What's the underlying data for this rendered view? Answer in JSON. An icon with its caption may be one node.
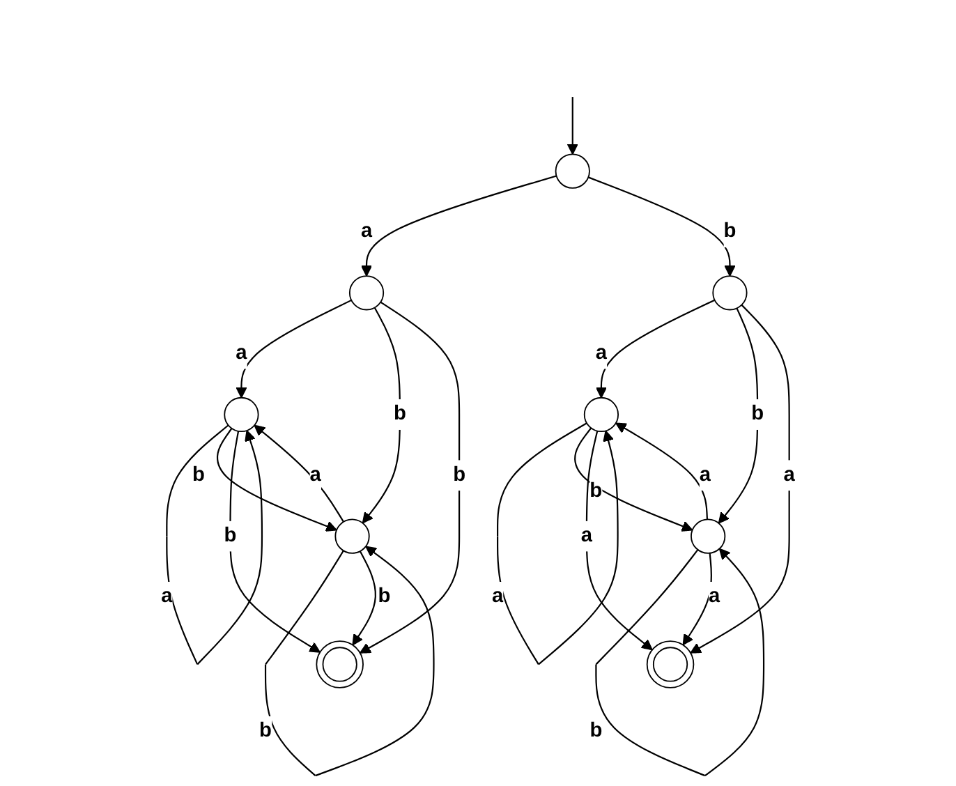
{
  "diagram": {
    "nodes": [
      {
        "text": [],
        "shape": "circle"
      },
      {
        "text": [],
        "shape": "circle"
      },
      {
        "text": [],
        "shape": "circle"
      },
      {
        "text": [],
        "shape": "circle"
      },
      {
        "text": [],
        "shape": "doublecircle"
      },
      {
        "text": [],
        "shape": "circle"
      },
      {
        "text": [],
        "shape": "circle"
      },
      {
        "text": [],
        "shape": "circle"
      },
      {
        "text": [],
        "shape": "doublecircle"
      }
    ],
    "edges": [
      {
        "from": null,
        "to": 0,
        "arrow": "to"
      },
      {
        "from": 0,
        "to": 1,
        "arrow": "to",
        "label": "a"
      },
      {
        "from": 0,
        "to": 5,
        "arrow": "to",
        "label": "b"
      },
      {
        "from": 1,
        "to": 2,
        "arrow": "to",
        "label": "a"
      },
      {
        "from": 1,
        "to": 3,
        "arrow": "to",
        "label": "b"
      },
      {
        "from": 1,
        "to": 4,
        "arrow": "to",
        "label": "b"
      },
      {
        "from": 2,
        "to": 2,
        "arrow": "to",
        "label": "a"
      },
      {
        "from": 2,
        "to": 3,
        "arrow": "to",
        "label": "b"
      },
      {
        "from": 3,
        "to": 2,
        "arrow": "to",
        "label": "a"
      },
      {
        "from": 3,
        "to": 3,
        "arrow": "to",
        "label": "b"
      },
      {
        "from": 3,
        "to": 4,
        "arrow": "to",
        "label": "b"
      },
      {
        "from": 2,
        "to": 4,
        "arrow": "to",
        "label": "b"
      },
      {
        "from": 5,
        "to": 6,
        "arrow": "to",
        "label": "a"
      },
      {
        "from": 5,
        "to": 7,
        "arrow": "to",
        "label": "b"
      },
      {
        "from": 5,
        "to": 8,
        "arrow": "to",
        "label": "a"
      },
      {
        "from": 6,
        "to": 6,
        "arrow": "to",
        "label": "a"
      },
      {
        "from": 6,
        "to": 7,
        "arrow": "to",
        "label": "b"
      },
      {
        "from": 7,
        "to": 6,
        "arrow": "to",
        "label": "a"
      },
      {
        "from": 7,
        "to": 7,
        "arrow": "to",
        "label": "b"
      },
      {
        "from": 7,
        "to": 8,
        "arrow": "to",
        "label": "a"
      },
      {
        "from": 6,
        "to": 8,
        "arrow": "to",
        "label": "a"
      }
    ]
  }
}
